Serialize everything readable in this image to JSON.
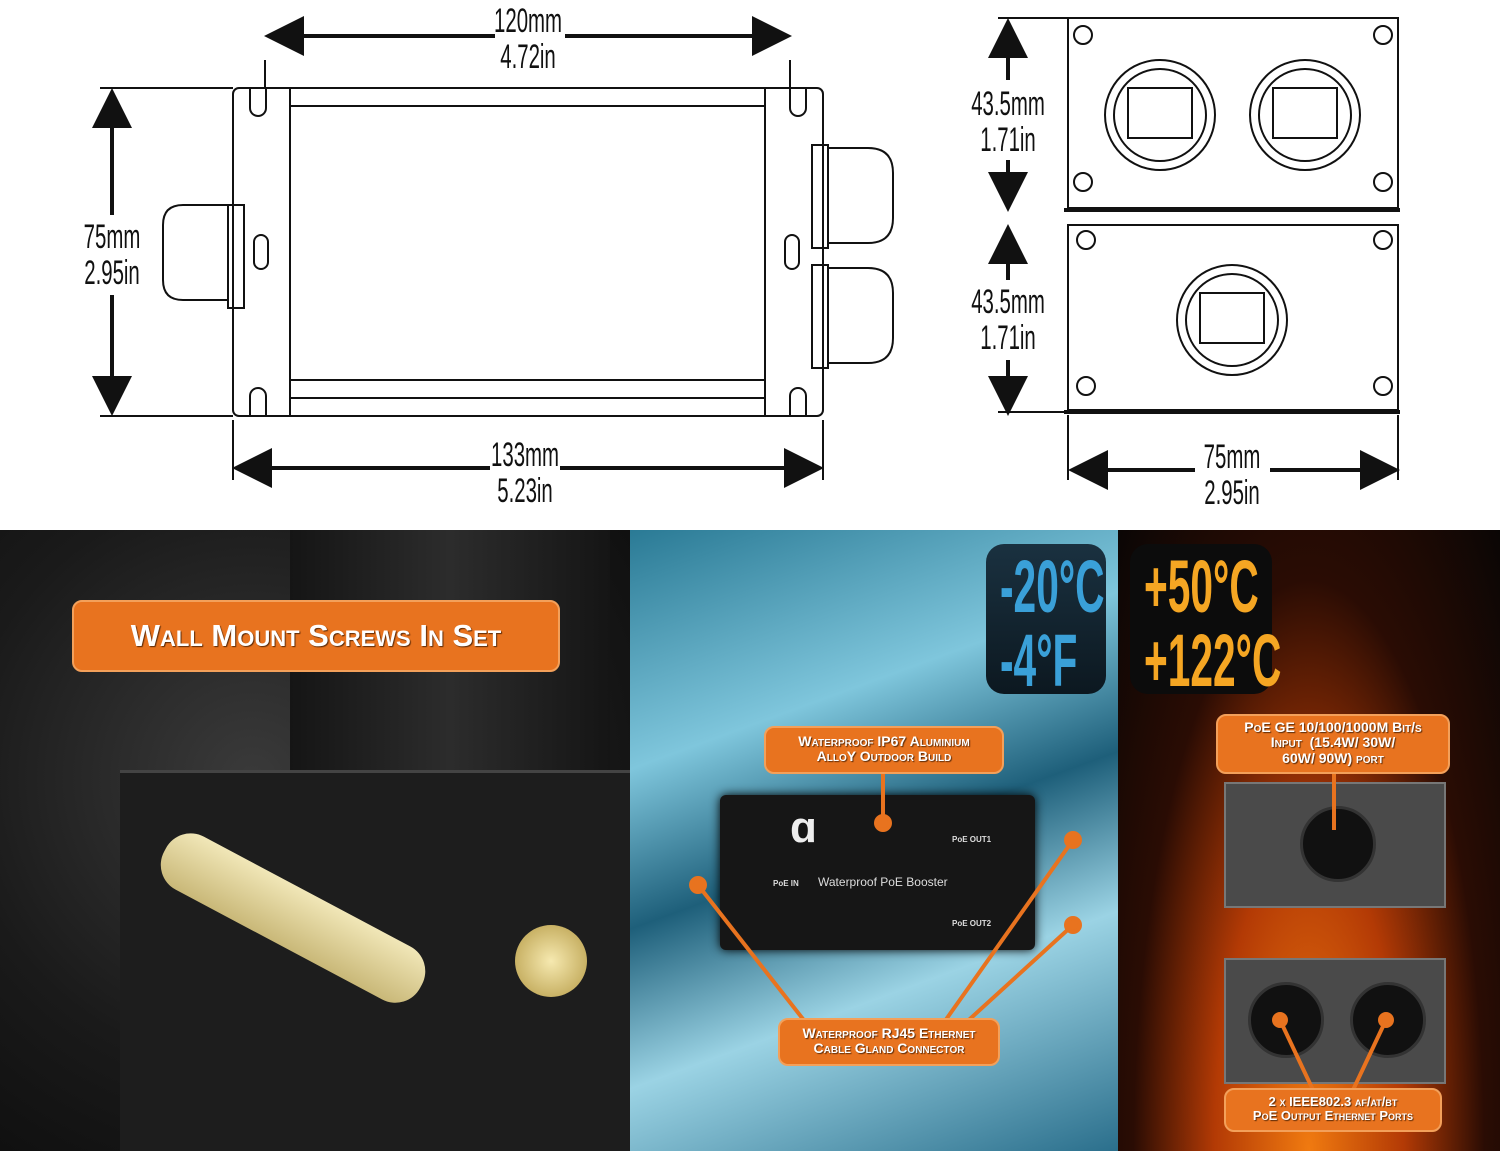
{
  "dimensions": {
    "top_width_mm": "120mm",
    "top_width_in": "4.72in",
    "height_mm": "75mm",
    "height_in": "2.95in",
    "bottom_width_mm": "133mm",
    "bottom_width_in": "5.23in",
    "side1_mm": "43.5mm",
    "side1_in": "1.71in",
    "side2_mm": "43.5mm",
    "side2_in": "1.71in",
    "end_width_mm": "75mm",
    "end_width_in": "2.95in"
  },
  "panel_mount": {
    "callout": "Wall Mount Screws In Set"
  },
  "panel_cold": {
    "temp_c": "-20°C",
    "temp_f": "-4°F",
    "callout_top": [
      "Waterproof IP67 Aluminium",
      "AlloY Outdoor Build"
    ],
    "callout_bottom": [
      "Waterproof RJ45 Ethernet",
      "Cable Gland Connector"
    ],
    "device_label": "Waterproof PoE Booster",
    "port_in": "PoE IN",
    "port_out1": "PoE OUT1",
    "port_out2": "PoE OUT2"
  },
  "panel_hot": {
    "temp_c": "+50°C",
    "temp_f": "+122°C",
    "callout_top": [
      "PoE GE 10/100/1000M Bit/s",
      "Input  (15.4W/ 30W/",
      "60W/ 90W) port"
    ],
    "callout_bottom": [
      "2 x IEEE802.3 af/at/bt",
      "PoE Output Ethernet Ports"
    ]
  },
  "colors": {
    "accent": "#e8731f",
    "cold": "#3aa0d8",
    "hot": "#f5a623"
  }
}
